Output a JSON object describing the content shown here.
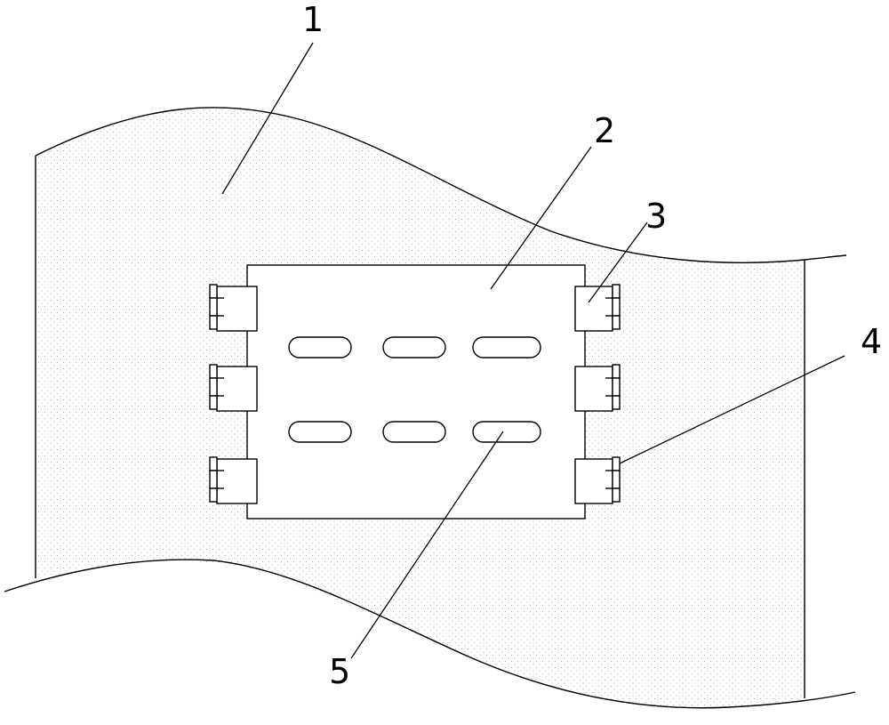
{
  "labels": {
    "part_1": "1",
    "part_2": "2",
    "part_3": "3",
    "part_4": "4",
    "part_5": "5"
  },
  "colors": {
    "stroke": "#000000",
    "fill_body": "#ffffff",
    "stipple": "#9a9a9a"
  }
}
